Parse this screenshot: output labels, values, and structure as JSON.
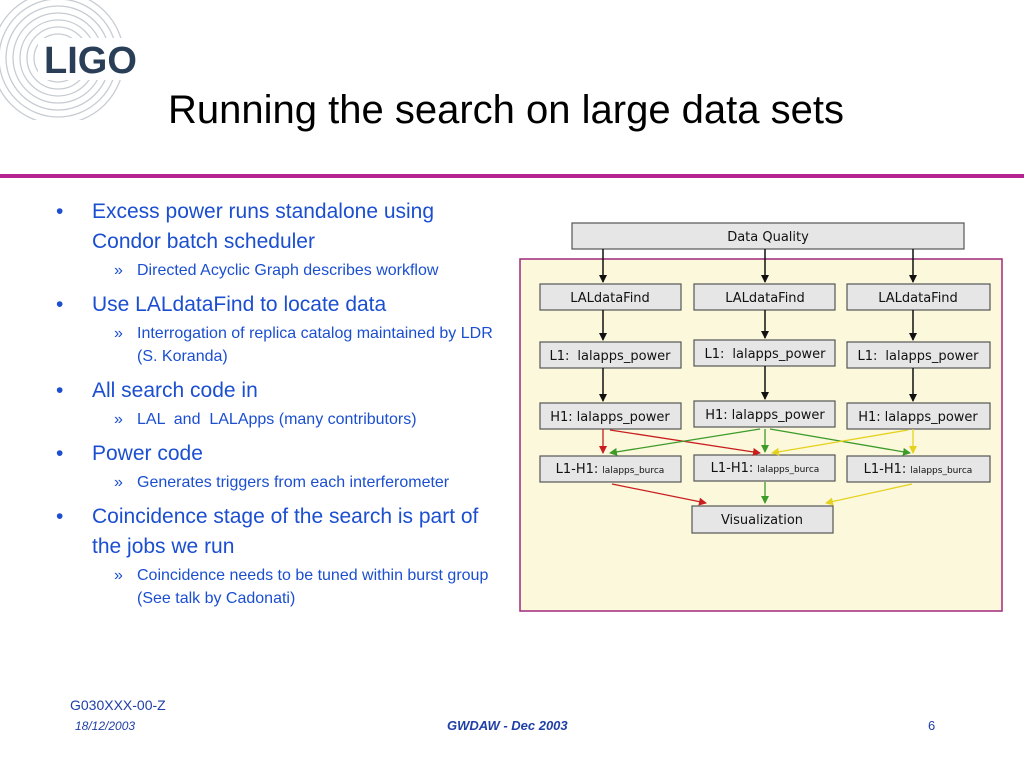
{
  "header": {
    "logo_text": "LIGO",
    "title": "Running the search on large data sets"
  },
  "bullets": [
    {
      "text": "Excess power runs standalone using Condor batch scheduler",
      "sub": [
        "Directed Acyclic Graph describes workflow"
      ]
    },
    {
      "text": "Use LALdataFind to locate data",
      "sub": [
        "Interrogation of replica catalog maintained by LDR (S. Koranda)"
      ]
    },
    {
      "text": "All search code in",
      "sub": [
        "LAL  and  LALApps (many contributors)"
      ]
    },
    {
      "text": "Power code",
      "sub": [
        "Generates triggers from each interferometer"
      ]
    },
    {
      "text": "Coincidence stage of the search is part of the jobs we run",
      "sub": [
        "Coincidence needs to be tuned within burst group (See talk by Cadonati)"
      ]
    }
  ],
  "bullet_symbol": "•",
  "sub_bullet_symbol": "»",
  "diagram": {
    "top_node": "Data Quality",
    "columns": [
      {
        "find": "LALdataFind",
        "l1_prefix": "L1:",
        "l1_job": "lalapps_power",
        "h1_prefix": "H1:",
        "h1_job": "lalapps_power",
        "burca_prefix": "L1-H1:",
        "burca_job": "lalapps_burca"
      },
      {
        "find": "LALdataFind",
        "l1_prefix": "L1:",
        "l1_job": "lalapps_power",
        "h1_prefix": "H1:",
        "h1_job": "lalapps_power",
        "burca_prefix": "L1-H1:",
        "burca_job": "lalapps_burca"
      },
      {
        "find": "LALdataFind",
        "l1_prefix": "L1:",
        "l1_job": "lalapps_power",
        "h1_prefix": "H1:",
        "h1_job": "lalapps_power",
        "burca_prefix": "L1-H1:",
        "burca_job": "lalapps_burca"
      }
    ],
    "bottom_node": "Visualization",
    "colors": {
      "panel_bg": "#fbf8dc",
      "panel_border": "#a0287d",
      "node_bg": "#e6e6e6",
      "red": "#c81e1e",
      "green": "#3d9b2a",
      "yellow": "#e6d21e"
    }
  },
  "footer": {
    "doc_id": "G030XXX-00-Z",
    "date": "18/12/2003",
    "conference": "GWDAW - Dec 2003",
    "page": "6"
  }
}
